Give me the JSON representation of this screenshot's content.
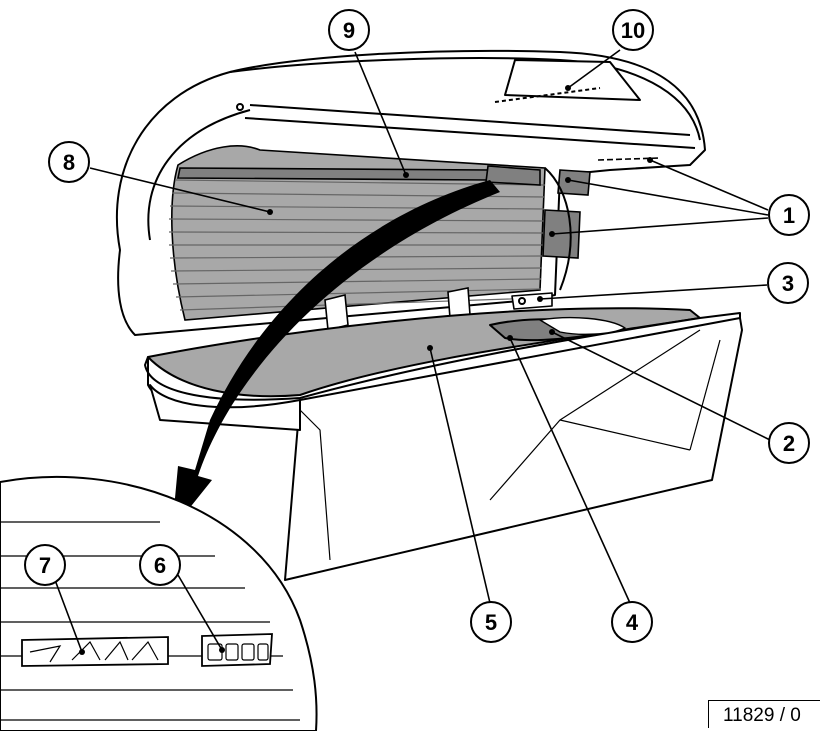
{
  "figure_number": "11829 / 0",
  "callouts": [
    {
      "label": "1"
    },
    {
      "label": "2"
    },
    {
      "label": "3"
    },
    {
      "label": "4"
    },
    {
      "label": "5"
    },
    {
      "label": "6"
    },
    {
      "label": "7"
    },
    {
      "label": "8"
    },
    {
      "label": "9"
    },
    {
      "label": "10"
    }
  ],
  "colors": {
    "line": "#000000",
    "fill_light": "#ffffff",
    "fill_gray": "#a8a8a8",
    "fill_dark": "#808080"
  }
}
